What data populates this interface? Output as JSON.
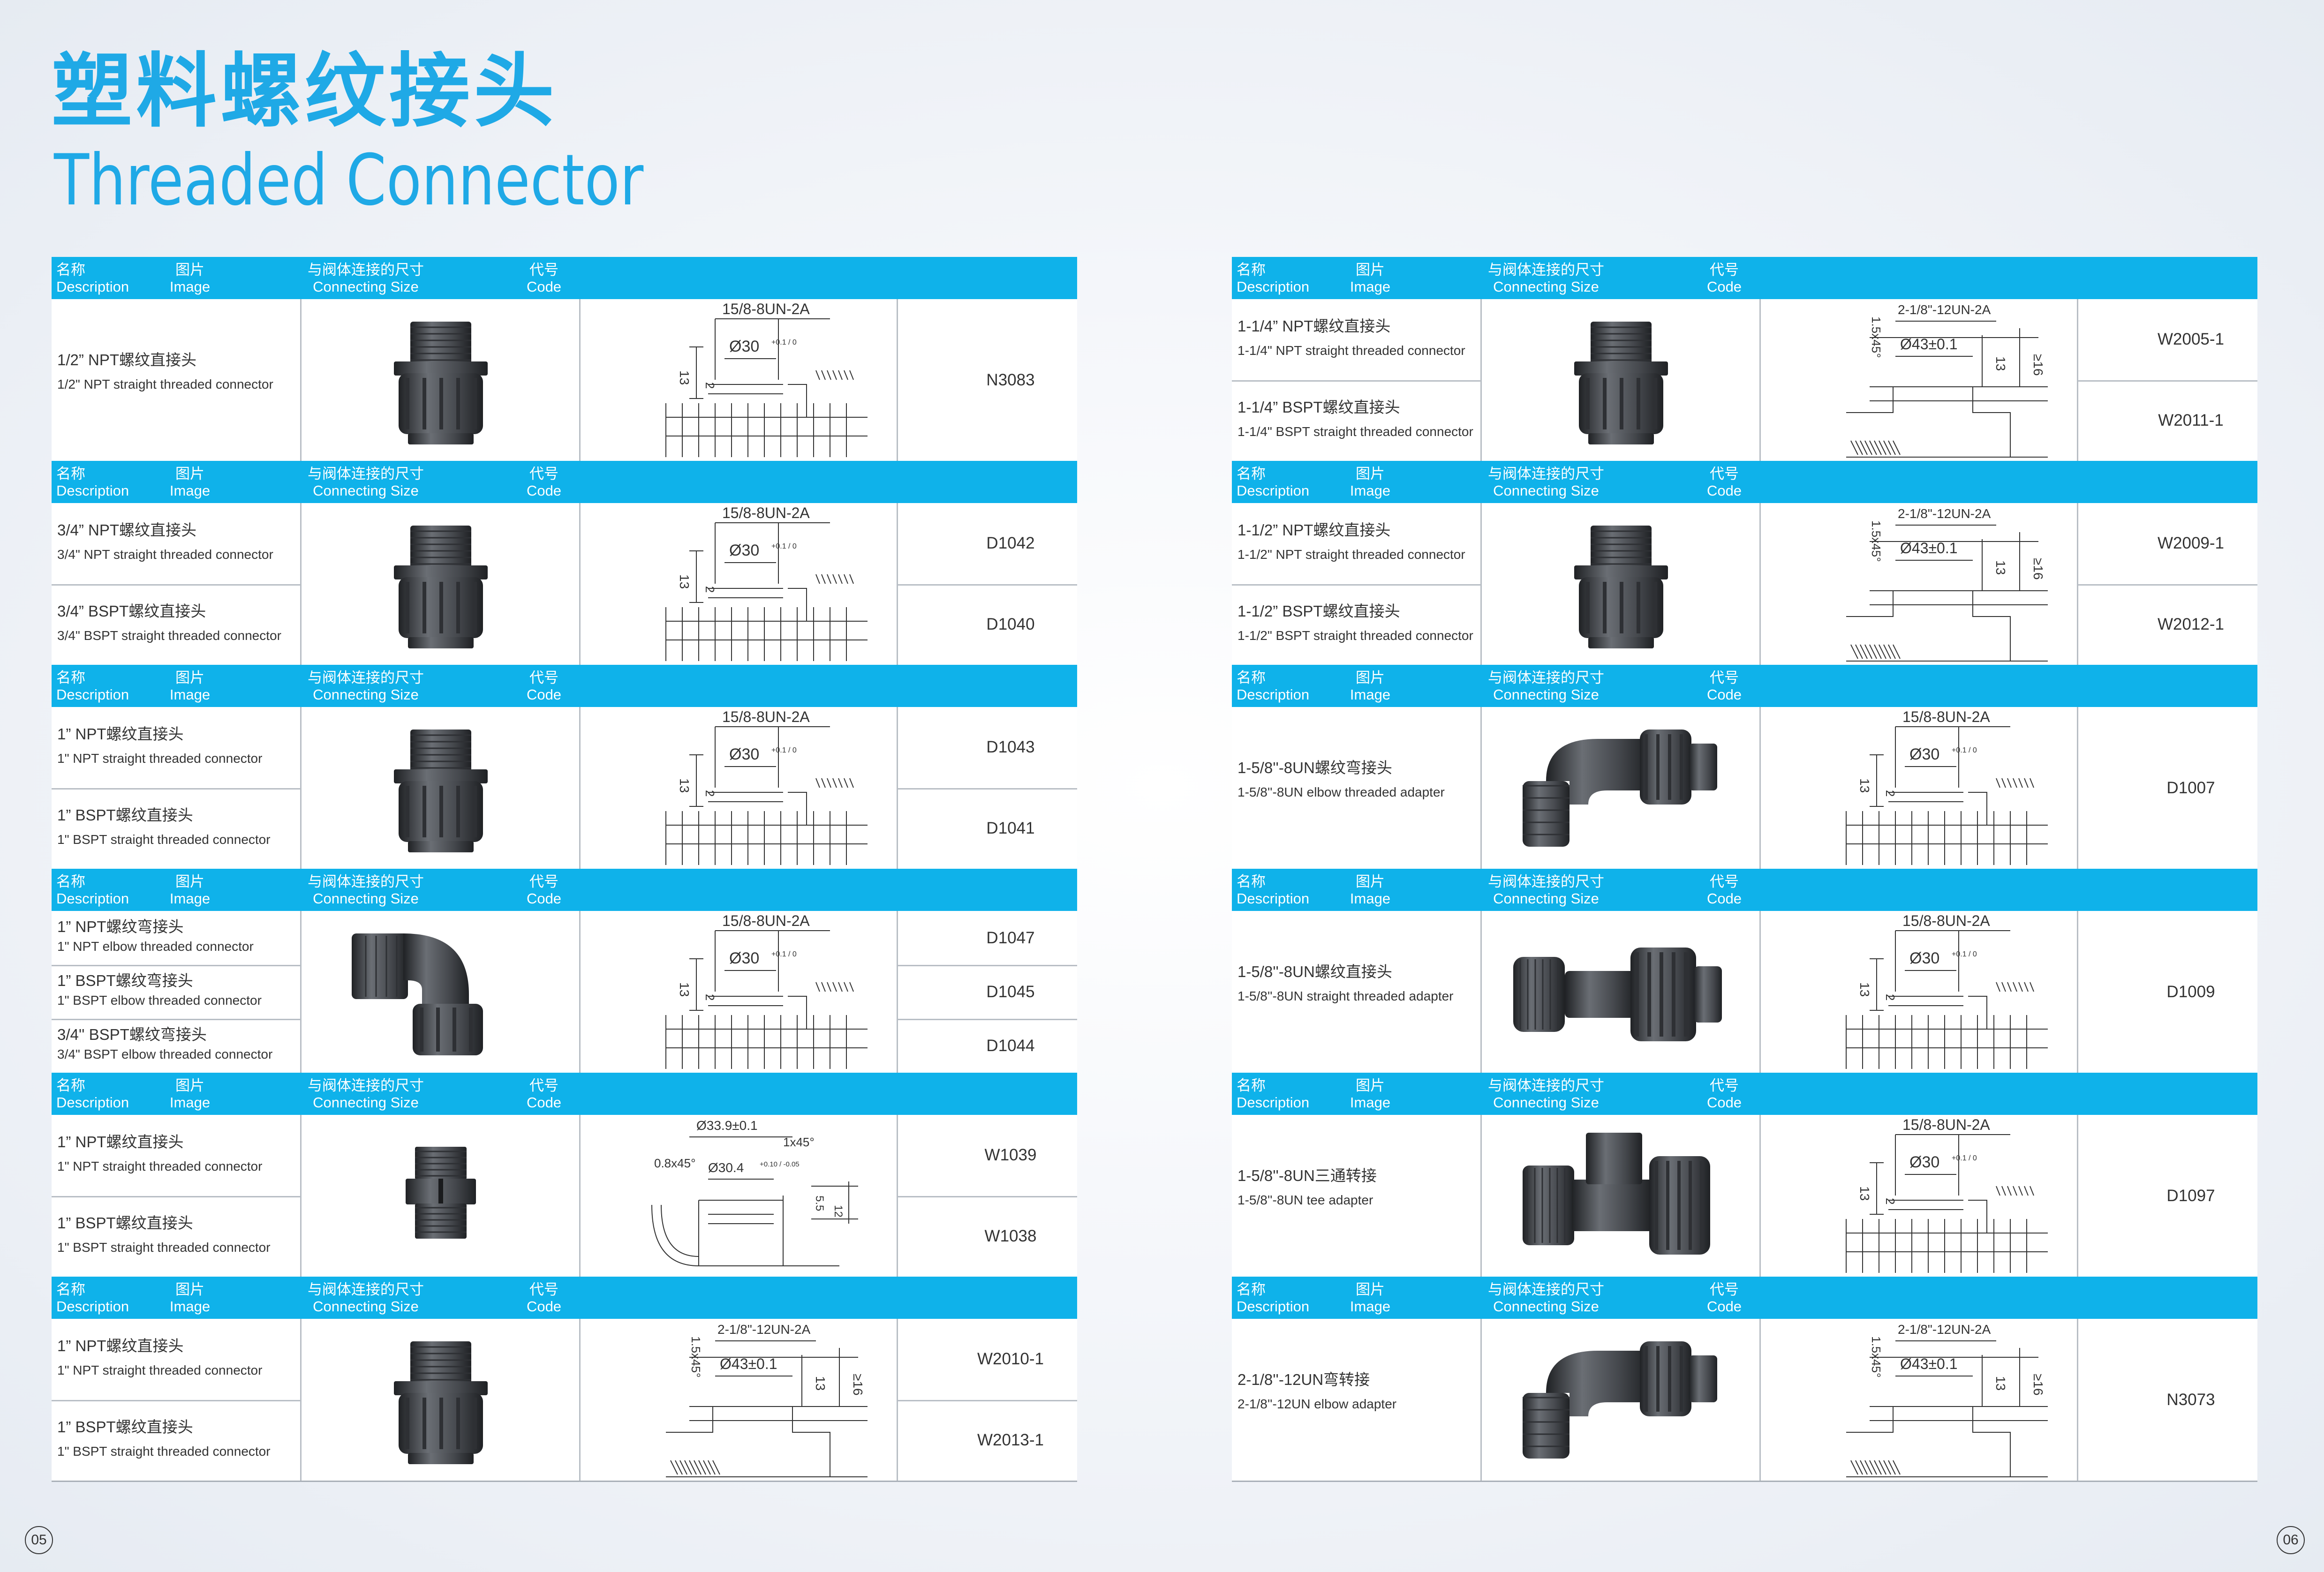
{
  "title_cn": "塑料螺纹接头",
  "title_en": "Threaded Connector",
  "header": {
    "description_cn": "名称",
    "description_en": "Description",
    "image_cn": "图片",
    "image_en": "Image",
    "size_cn": "与阀体连接的尺寸",
    "size_en": "Connecting Size",
    "code_cn": "代号",
    "code_en": "Code"
  },
  "drawing_labels": {
    "thread_small": "15/8-8UN-2A",
    "dia_small": "Ø30",
    "tol_small": "+0.1 / 0",
    "dim_13": "13",
    "dim_2": "2",
    "thread_large": "2-1/8\"-12UN-2A",
    "dia_large": "Ø43±0.1",
    "dim_16": "≥16",
    "chamfer": "1.5x45°",
    "w_d1": "Ø33.9±0.1",
    "w_d2": "Ø30.4",
    "w_tol": "+0.10 / -0.05",
    "w_c1": "1x45°",
    "w_c2": "0.8x45°",
    "w_h1": "5.5",
    "w_h2": "12"
  },
  "left": [
    {
      "rows": [
        {
          "cn": "1/2”  NPT螺纹直接头",
          "en": "1/2\" NPT straight threaded connector",
          "code": "N3083"
        }
      ]
    },
    {
      "rows": [
        {
          "cn": "3/4”  NPT螺纹直接头",
          "en": "3/4\" NPT straight threaded connector",
          "code": "D1042"
        },
        {
          "cn": "3/4”  BSPT螺纹直接头",
          "en": "3/4\" BSPT straight threaded connector",
          "code": "D1040"
        }
      ]
    },
    {
      "rows": [
        {
          "cn": "1”  NPT螺纹直接头",
          "en": "1\" NPT straight threaded connector",
          "code": "D1043"
        },
        {
          "cn": "1”  BSPT螺纹直接头",
          "en": "1\" BSPT straight threaded connector",
          "code": "D1041"
        }
      ]
    },
    {
      "rows": [
        {
          "cn": "1”  NPT螺纹弯接头",
          "en": "1\" NPT elbow threaded connector",
          "code": "D1047"
        },
        {
          "cn": "1”  BSPT螺纹弯接头",
          "en": "1\" BSPT elbow threaded connector",
          "code": "D1045"
        },
        {
          "cn": "3/4'' BSPT螺纹弯接头",
          "en": "3/4\" BSPT elbow threaded connector",
          "code": "D1044"
        }
      ]
    },
    {
      "rows": [
        {
          "cn": "1”  NPT螺纹直接头",
          "en": "1\" NPT straight threaded connector",
          "code": "W1039"
        },
        {
          "cn": "1”  BSPT螺纹直接头",
          "en": "1\" BSPT straight threaded connector",
          "code": "W1038"
        }
      ]
    },
    {
      "rows": [
        {
          "cn": "1”  NPT螺纹直接头",
          "en": "1\" NPT straight threaded connector",
          "code": "W2010-1"
        },
        {
          "cn": "1”  BSPT螺纹直接头",
          "en": "1\" BSPT straight threaded connector",
          "code": "W2013-1"
        }
      ]
    }
  ],
  "right": [
    {
      "rows": [
        {
          "cn": "1-1/4”  NPT螺纹直接头",
          "en": "1-1/4\" NPT straight threaded connector",
          "code": "W2005-1"
        },
        {
          "cn": "1-1/4”  BSPT螺纹直接头",
          "en": "1-1/4\" BSPT straight threaded connector",
          "code": "W2011-1"
        }
      ]
    },
    {
      "rows": [
        {
          "cn": "1-1/2”  NPT螺纹直接头",
          "en": "1-1/2\" NPT straight threaded connector",
          "code": "W2009-1"
        },
        {
          "cn": "1-1/2”  BSPT螺纹直接头",
          "en": "1-1/2\" BSPT straight threaded connector",
          "code": "W2012-1"
        }
      ]
    },
    {
      "rows": [
        {
          "cn": "1-5/8''-8UN螺纹弯接头",
          "en": "1-5/8''-8UN elbow threaded adapter",
          "code": "D1007"
        }
      ]
    },
    {
      "rows": [
        {
          "cn": "1-5/8''-8UN螺纹直接头",
          "en": "1-5/8''-8UN straight threaded adapter",
          "code": "D1009"
        }
      ]
    },
    {
      "rows": [
        {
          "cn": "1-5/8''-8UN三通转接",
          "en": "1-5/8''-8UN tee adapter",
          "code": "D1097"
        }
      ]
    },
    {
      "rows": [
        {
          "cn": "2-1/8''-12UN弯转接",
          "en": "2-1/8''-12UN elbow adapter",
          "code": "N3073"
        }
      ]
    }
  ],
  "page_left": "05",
  "page_right": "06"
}
